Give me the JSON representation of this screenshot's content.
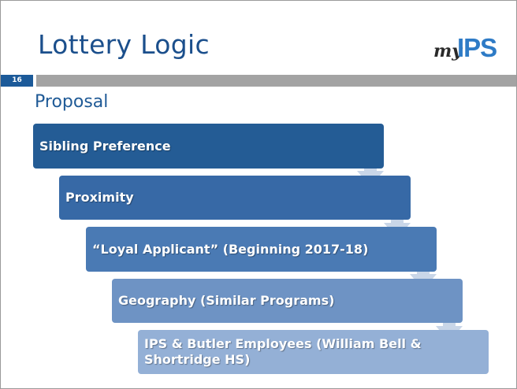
{
  "slide": {
    "title": "Lottery Logic",
    "number": "16",
    "subtitle": "Proposal"
  },
  "logo": {
    "prefix": "my",
    "brand": "IPS"
  },
  "steps": [
    {
      "label": "Sibling Preference",
      "color": "#245c95"
    },
    {
      "label": "Proximity",
      "color": "#3769a6"
    },
    {
      "label": "“Loyal Applicant” (Beginning 2017-18)",
      "color": "#4a7ab4"
    },
    {
      "label": "Geography (Similar Programs)",
      "color": "#6e93c4"
    },
    {
      "label": "IPS & Butler Employees  (William Bell & Shortridge HS)",
      "color": "#94b0d6"
    }
  ],
  "colors": {
    "title": "#1b4f8c",
    "accent_bar": "#1c5a99",
    "rule_bar": "#a3a3a3",
    "arrow": "#c9d6e8"
  }
}
